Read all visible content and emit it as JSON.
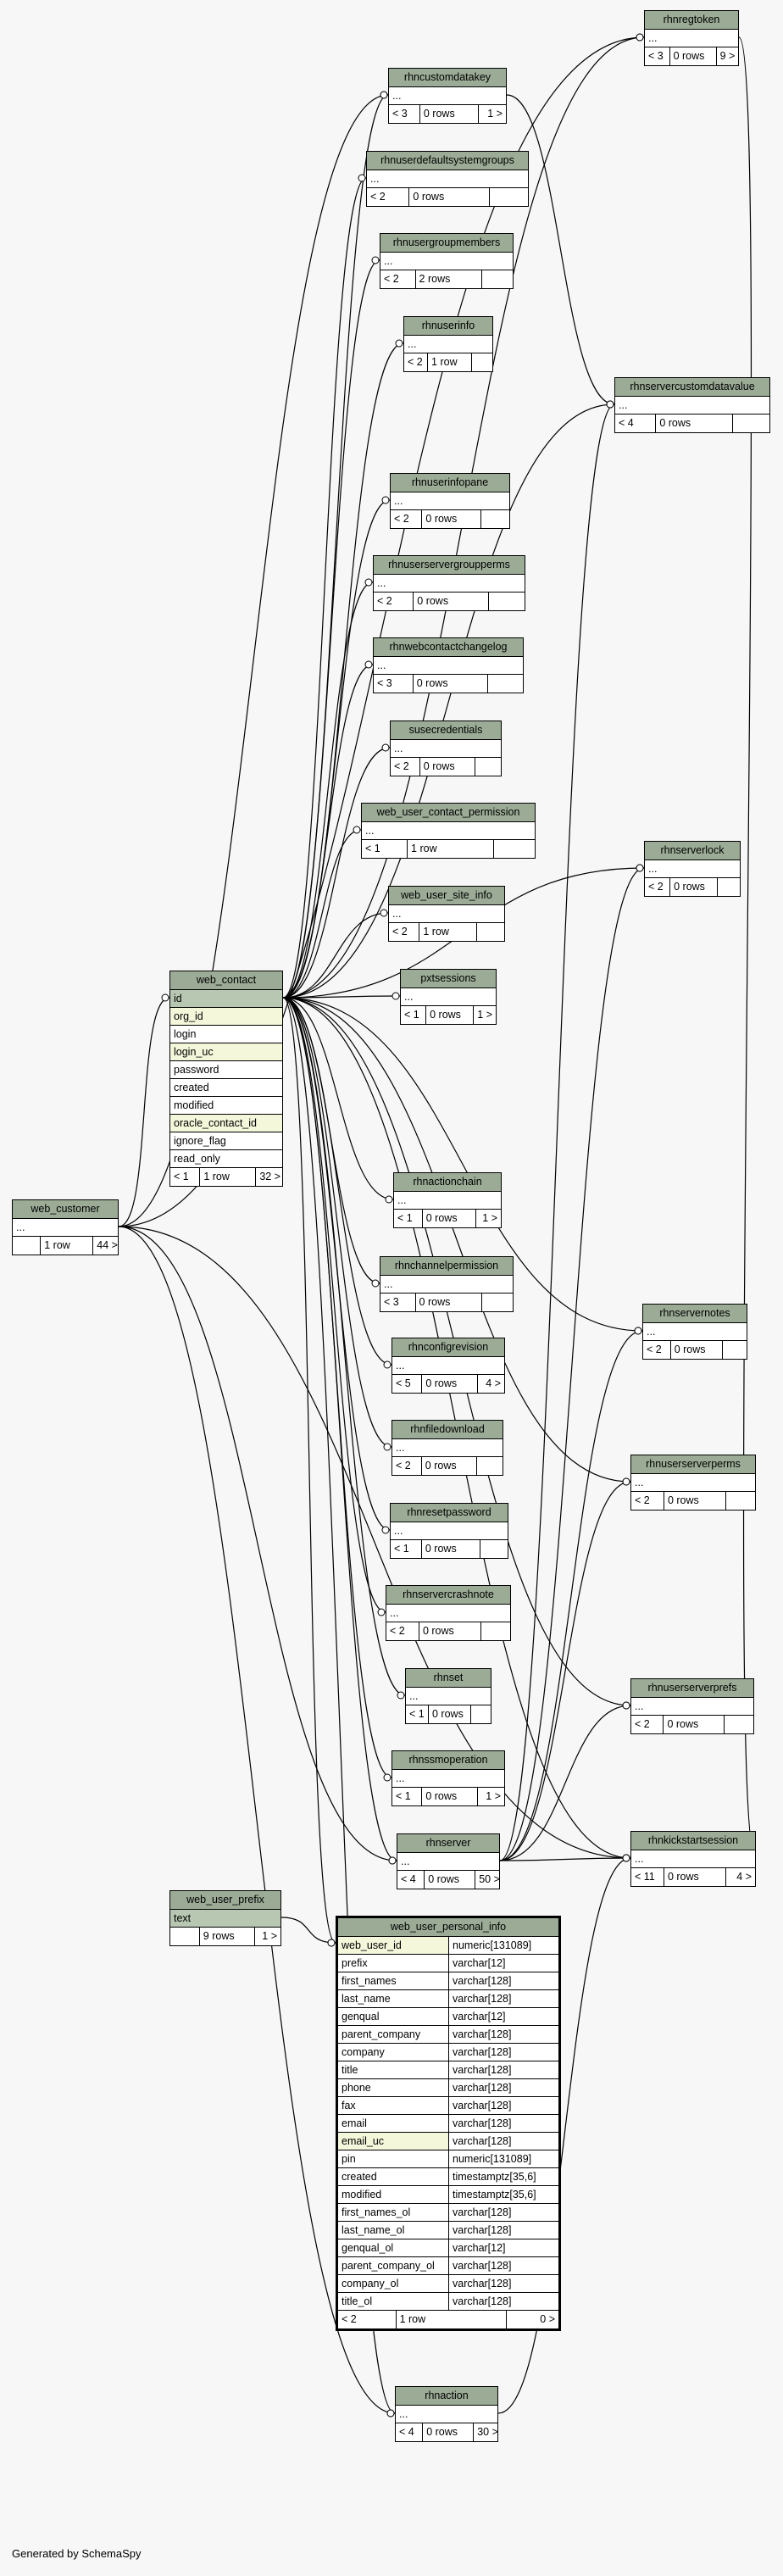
{
  "credit": "Generated by SchemaSpy",
  "tables": {
    "rhnregtoken": {
      "name": "rhnregtoken",
      "rows": [
        "..."
      ],
      "foot": [
        "< 3",
        "0 rows",
        "9 >"
      ]
    },
    "rhncustomdatakey": {
      "name": "rhncustomdatakey",
      "rows": [
        "..."
      ],
      "foot": [
        "< 3",
        "0 rows",
        "1 >"
      ]
    },
    "rhnuserdefaultsystemgroups": {
      "name": "rhnuserdefaultsystemgroups",
      "rows": [
        "..."
      ],
      "foot": [
        "< 2",
        "0 rows",
        ""
      ]
    },
    "rhnusergroupmembers": {
      "name": "rhnusergroupmembers",
      "rows": [
        "..."
      ],
      "foot": [
        "< 2",
        "2 rows",
        ""
      ]
    },
    "rhnuserinfo": {
      "name": "rhnuserinfo",
      "rows": [
        "..."
      ],
      "foot": [
        "< 2",
        "1 row",
        ""
      ]
    },
    "rhnservercustomdatavalue": {
      "name": "rhnservercustomdatavalue",
      "rows": [
        "..."
      ],
      "foot": [
        "< 4",
        "0 rows",
        ""
      ]
    },
    "rhnuserinfopane": {
      "name": "rhnuserinfopane",
      "rows": [
        "..."
      ],
      "foot": [
        "< 2",
        "0 rows",
        ""
      ]
    },
    "rhnuserservergroupperms": {
      "name": "rhnuserservergroupperms",
      "rows": [
        "..."
      ],
      "foot": [
        "< 2",
        "0 rows",
        ""
      ]
    },
    "rhnwebcontactchangelog": {
      "name": "rhnwebcontactchangelog",
      "rows": [
        "..."
      ],
      "foot": [
        "< 3",
        "0 rows",
        ""
      ]
    },
    "susecredentials": {
      "name": "susecredentials",
      "rows": [
        "..."
      ],
      "foot": [
        "< 2",
        "0 rows",
        ""
      ]
    },
    "web_user_contact_permission": {
      "name": "web_user_contact_permission",
      "rows": [
        "..."
      ],
      "foot": [
        "< 1",
        "1 row",
        ""
      ]
    },
    "rhnserverlock": {
      "name": "rhnserverlock",
      "rows": [
        "..."
      ],
      "foot": [
        "< 2",
        "0 rows",
        ""
      ]
    },
    "web_user_site_info": {
      "name": "web_user_site_info",
      "rows": [
        "..."
      ],
      "foot": [
        "< 2",
        "1 row",
        ""
      ]
    },
    "web_contact": {
      "name": "web_contact",
      "rows": [
        {
          "t": "id",
          "k": "pk"
        },
        {
          "t": "org_id",
          "k": "idx"
        },
        {
          "t": "login",
          "k": ""
        },
        {
          "t": "login_uc",
          "k": "idx"
        },
        {
          "t": "password",
          "k": ""
        },
        {
          "t": "created",
          "k": ""
        },
        {
          "t": "modified",
          "k": ""
        },
        {
          "t": "oracle_contact_id",
          "k": "idx"
        },
        {
          "t": "ignore_flag",
          "k": ""
        },
        {
          "t": "read_only",
          "k": ""
        }
      ],
      "foot": [
        "< 1",
        "1 row",
        "32 >"
      ]
    },
    "pxtsessions": {
      "name": "pxtsessions",
      "rows": [
        "..."
      ],
      "foot": [
        "< 1",
        "0 rows",
        "1 >"
      ]
    },
    "web_customer": {
      "name": "web_customer",
      "rows": [
        "..."
      ],
      "foot": [
        "",
        "1 row",
        "44 >"
      ]
    },
    "rhnactionchain": {
      "name": "rhnactionchain",
      "rows": [
        "..."
      ],
      "foot": [
        "< 1",
        "0 rows",
        "1 >"
      ]
    },
    "rhnchannelpermission": {
      "name": "rhnchannelpermission",
      "rows": [
        "..."
      ],
      "foot": [
        "< 3",
        "0 rows",
        ""
      ]
    },
    "rhnservernotes": {
      "name": "rhnservernotes",
      "rows": [
        "..."
      ],
      "foot": [
        "< 2",
        "0 rows",
        ""
      ]
    },
    "rhnconfigrevision": {
      "name": "rhnconfigrevision",
      "rows": [
        "..."
      ],
      "foot": [
        "< 5",
        "0 rows",
        "4 >"
      ]
    },
    "rhnfiledownload": {
      "name": "rhnfiledownload",
      "rows": [
        "..."
      ],
      "foot": [
        "< 2",
        "0 rows",
        ""
      ]
    },
    "rhnuserserverperms": {
      "name": "rhnuserserverperms",
      "rows": [
        "..."
      ],
      "foot": [
        "< 2",
        "0 rows",
        ""
      ]
    },
    "rhnresetpassword": {
      "name": "rhnresetpassword",
      "rows": [
        "..."
      ],
      "foot": [
        "< 1",
        "0 rows",
        ""
      ]
    },
    "rhnservercrashnote": {
      "name": "rhnservercrashnote",
      "rows": [
        "..."
      ],
      "foot": [
        "< 2",
        "0 rows",
        ""
      ]
    },
    "rhnset": {
      "name": "rhnset",
      "rows": [
        "..."
      ],
      "foot": [
        "< 1",
        "0 rows",
        ""
      ]
    },
    "rhnuserserverprefs": {
      "name": "rhnuserserverprefs",
      "rows": [
        "..."
      ],
      "foot": [
        "< 2",
        "0 rows",
        ""
      ]
    },
    "rhnssmoperation": {
      "name": "rhnssmoperation",
      "rows": [
        "..."
      ],
      "foot": [
        "< 1",
        "0 rows",
        "1 >"
      ]
    },
    "rhnserver": {
      "name": "rhnserver",
      "rows": [
        "..."
      ],
      "foot": [
        "< 4",
        "0 rows",
        "50 >"
      ]
    },
    "rhnkickstartsession": {
      "name": "rhnkickstartsession",
      "rows": [
        "..."
      ],
      "foot": [
        "< 11",
        "0 rows",
        "4 >"
      ]
    },
    "web_user_prefix": {
      "name": "web_user_prefix",
      "rows": [
        {
          "t": "text",
          "k": "pk"
        }
      ],
      "foot": [
        "",
        "9 rows",
        "1 >"
      ]
    },
    "rhnaction": {
      "name": "rhnaction",
      "rows": [
        "..."
      ],
      "foot": [
        "< 4",
        "0 rows",
        "30 >"
      ]
    },
    "web_user_personal_info": {
      "name": "web_user_personal_info",
      "cols": [
        {
          "n": "web_user_id",
          "t": "numeric[131089]",
          "k": "idx"
        },
        {
          "n": "prefix",
          "t": "varchar[12]",
          "k": ""
        },
        {
          "n": "first_names",
          "t": "varchar[128]",
          "k": ""
        },
        {
          "n": "last_name",
          "t": "varchar[128]",
          "k": ""
        },
        {
          "n": "genqual",
          "t": "varchar[12]",
          "k": ""
        },
        {
          "n": "parent_company",
          "t": "varchar[128]",
          "k": ""
        },
        {
          "n": "company",
          "t": "varchar[128]",
          "k": ""
        },
        {
          "n": "title",
          "t": "varchar[128]",
          "k": ""
        },
        {
          "n": "phone",
          "t": "varchar[128]",
          "k": ""
        },
        {
          "n": "fax",
          "t": "varchar[128]",
          "k": ""
        },
        {
          "n": "email",
          "t": "varchar[128]",
          "k": ""
        },
        {
          "n": "email_uc",
          "t": "varchar[128]",
          "k": "idx"
        },
        {
          "n": "pin",
          "t": "numeric[131089]",
          "k": ""
        },
        {
          "n": "created",
          "t": "timestamptz[35,6]",
          "k": ""
        },
        {
          "n": "modified",
          "t": "timestamptz[35,6]",
          "k": ""
        },
        {
          "n": "first_names_ol",
          "t": "varchar[128]",
          "k": ""
        },
        {
          "n": "last_name_ol",
          "t": "varchar[128]",
          "k": ""
        },
        {
          "n": "genqual_ol",
          "t": "varchar[12]",
          "k": ""
        },
        {
          "n": "parent_company_ol",
          "t": "varchar[128]",
          "k": ""
        },
        {
          "n": "company_ol",
          "t": "varchar[128]",
          "k": ""
        },
        {
          "n": "title_ol",
          "t": "varchar[128]",
          "k": ""
        }
      ],
      "foot": [
        "< 2",
        "1 row",
        "0 >"
      ]
    }
  },
  "relationships": [
    [
      "web_contact",
      "rhnregtoken"
    ],
    [
      "web_contact",
      "rhncustomdatakey"
    ],
    [
      "web_contact",
      "rhnuserdefaultsystemgroups"
    ],
    [
      "web_contact",
      "rhnusergroupmembers"
    ],
    [
      "web_contact",
      "rhnuserinfo"
    ],
    [
      "web_contact",
      "rhnservercustomdatavalue"
    ],
    [
      "web_contact",
      "rhnuserinfopane"
    ],
    [
      "web_contact",
      "rhnuserservergroupperms"
    ],
    [
      "web_contact",
      "rhnwebcontactchangelog"
    ],
    [
      "web_contact",
      "susecredentials"
    ],
    [
      "web_contact",
      "web_user_contact_permission"
    ],
    [
      "web_contact",
      "rhnserverlock"
    ],
    [
      "web_contact",
      "web_user_site_info"
    ],
    [
      "web_contact",
      "pxtsessions"
    ],
    [
      "web_contact",
      "rhnactionchain"
    ],
    [
      "web_contact",
      "rhnchannelpermission"
    ],
    [
      "web_contact",
      "rhnservernotes"
    ],
    [
      "web_contact",
      "rhnconfigrevision"
    ],
    [
      "web_contact",
      "rhnfiledownload"
    ],
    [
      "web_contact",
      "rhnuserserverperms"
    ],
    [
      "web_contact",
      "rhnresetpassword"
    ],
    [
      "web_contact",
      "rhnservercrashnote"
    ],
    [
      "web_contact",
      "rhnset"
    ],
    [
      "web_contact",
      "rhnuserserverprefs"
    ],
    [
      "web_contact",
      "rhnssmoperation"
    ],
    [
      "web_contact",
      "rhnserver"
    ],
    [
      "web_contact",
      "rhnkickstartsession"
    ],
    [
      "web_contact",
      "web_user_personal_info"
    ],
    [
      "web_contact",
      "rhnaction"
    ],
    [
      "web_customer",
      "web_contact"
    ],
    [
      "web_customer",
      "rhnregtoken"
    ],
    [
      "web_customer",
      "rhncustomdatakey"
    ],
    [
      "web_customer",
      "rhnserver"
    ],
    [
      "web_customer",
      "rhnaction"
    ],
    [
      "web_customer",
      "rhnkickstartsession"
    ],
    [
      "rhncustomdatakey",
      "rhnservercustomdatavalue"
    ],
    [
      "rhnregtoken",
      "rhnkickstartsession"
    ],
    [
      "rhnserver",
      "rhnservercustomdatavalue"
    ],
    [
      "rhnserver",
      "rhnserverlock"
    ],
    [
      "rhnserver",
      "rhnservernotes"
    ],
    [
      "rhnserver",
      "rhnuserserverperms"
    ],
    [
      "rhnserver",
      "rhnuserserverprefs"
    ],
    [
      "rhnserver",
      "rhnkickstartsession"
    ],
    [
      "rhnaction",
      "rhnkickstartsession"
    ],
    [
      "web_user_prefix",
      "web_user_personal_info"
    ]
  ]
}
